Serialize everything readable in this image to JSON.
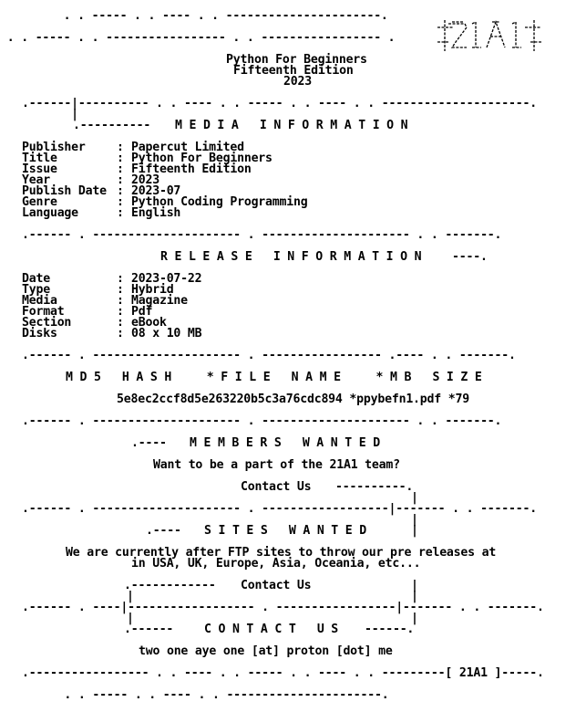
{
  "art": {
    "top1": "         . . ----- . . ---- . . ----------------------.",
    "top2": " . . ----- . . ----------------- . . ----------------- .",
    "logo": "21A1",
    "div1": ".------|---------- . . ---- . . ----- . . ---- . . ---------------------.",
    "div2": "       |",
    "div3": ".------ . --------------------- . --------------------- . . -------.",
    "div4": ".------ . --------------------- . ----------------- .---- . . -------.",
    "div5": ".------ . --------------------- . ------------------|------- . . -------.",
    "div6": ".------ . ----|------------------ . -----------------|------- . . -------.",
    "bottom1": ".----------------- . . ---- . . ----- . . ---- . . ---------[ 21A1 ]-----.",
    "bottom2": "      . . ----- . . ---- . . ----------------------.",
    "vbar": "|"
  },
  "header": {
    "title": "Python For Beginners",
    "edition": "Fifteenth Edition",
    "year": "2023"
  },
  "media_information": {
    "heading": "M E D I A   I N F O R M A T I O N",
    "heading_lead": ".----------",
    "rows": [
      {
        "label": "Publisher",
        "value": "Papercut Limited"
      },
      {
        "label": "Title",
        "value": "Python For Beginners"
      },
      {
        "label": "Issue",
        "value": "Fifteenth Edition"
      },
      {
        "label": "Year",
        "value": "2023"
      },
      {
        "label": "Publish Date",
        "value": "2023-07"
      },
      {
        "label": "Genre",
        "value": "Python Coding Programming"
      },
      {
        "label": "Language",
        "value": "English"
      }
    ]
  },
  "release_information": {
    "heading": "R E L E A S E   I N F O R M A T I O N",
    "heading_tail": "----.",
    "rows": [
      {
        "label": "Date",
        "value": "2023-07-22"
      },
      {
        "label": "Type",
        "value": "Hybrid"
      },
      {
        "label": "Media",
        "value": "Magazine"
      },
      {
        "label": "Format",
        "value": "Pdf"
      },
      {
        "label": "Section",
        "value": "eBook"
      },
      {
        "label": "Disks",
        "value": "08 x 10 MB"
      }
    ]
  },
  "file_info": {
    "heading": "M D 5   H A S H     * F I L E   N A M E     * M B   S I Z E",
    "line": "5e8ec2ccf8d5e263220b5c3a76cdc894 *ppybefn1.pdf *79"
  },
  "members_wanted": {
    "heading": "M E M B E R S   W A N T E D",
    "heading_lead": ".----",
    "text": "Want to be a part of the 21A1 team?",
    "contact": "Contact Us",
    "contact_tail": "----------."
  },
  "sites_wanted": {
    "heading": "S I T E S   W A N T E D",
    "heading_lead": ".----",
    "text1": "We are currently after FTP sites to throw our pre releases at",
    "text2": "in USA, UK, Europe, Asia, Oceania, etc...",
    "contact_lead": ".------------",
    "contact": "Contact Us"
  },
  "contact": {
    "heading": "C O N T A C T   U S",
    "heading_lead": ".------",
    "heading_tail": "------.",
    "address": "two one aye one [at] proton [dot] me"
  }
}
